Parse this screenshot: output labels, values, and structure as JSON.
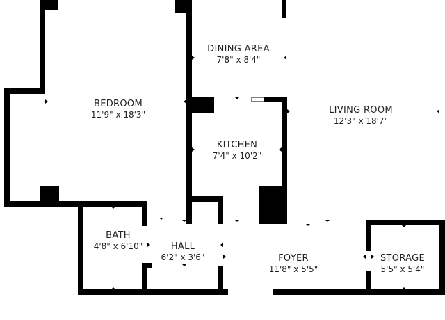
{
  "rooms": {
    "dining": {
      "name": "DINING AREA",
      "dim": "7'8\" x 8'4\""
    },
    "bedroom": {
      "name": "BEDROOM",
      "dim": "11'9\" x 18'3\""
    },
    "living": {
      "name": "LIVING ROOM",
      "dim": "12'3\" x 18'7\""
    },
    "kitchen": {
      "name": "KITCHEN",
      "dim": "7'4\" x 10'2\""
    },
    "bath": {
      "name": "BATH",
      "dim": "4'8\" x 6'10\""
    },
    "hall": {
      "name": "HALL",
      "dim": "6'2\" x 3'6\""
    },
    "foyer": {
      "name": "FOYER",
      "dim": "11'8\" x 5'5\""
    },
    "storage": {
      "name": "STORAGE",
      "dim": "5'5\" x 5'4\""
    }
  },
  "colors": {
    "wall": "#000000",
    "background": "#ffffff",
    "text": "#222222"
  }
}
